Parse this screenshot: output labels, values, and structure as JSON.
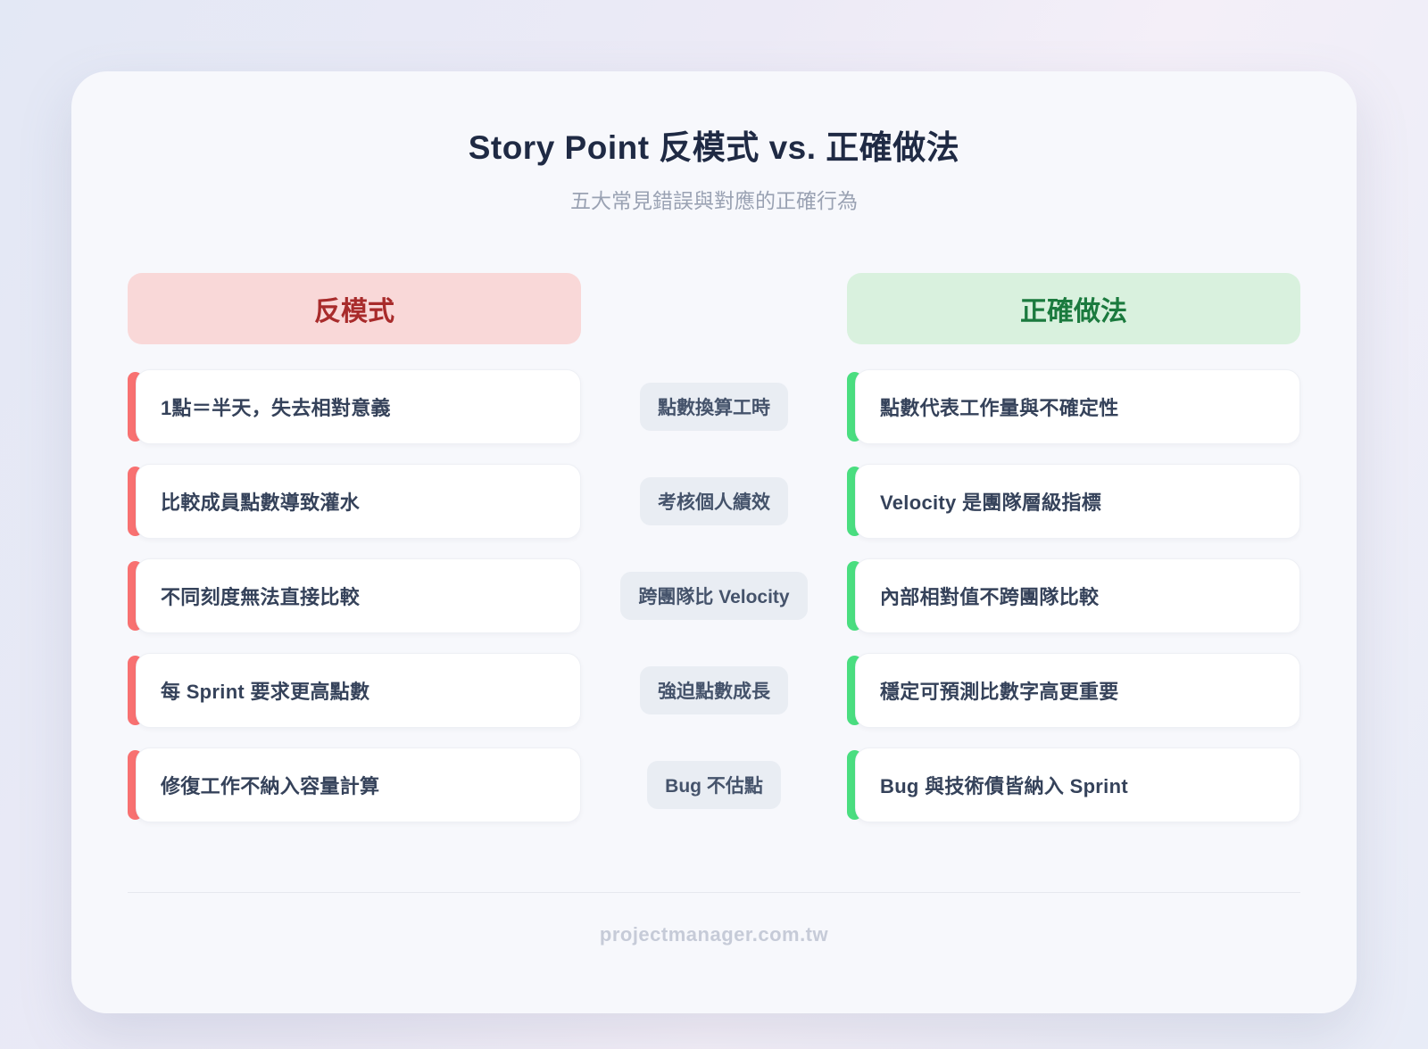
{
  "title": "Story Point 反模式 vs. 正確做法",
  "subtitle": "五大常見錯誤與對應的正確行為",
  "columns": {
    "antipattern": "反模式",
    "correct": "正確做法"
  },
  "rows": [
    {
      "antipattern": "1點＝半天，失去相對意義",
      "topic": "點數換算工時",
      "correct": "點數代表工作量與不確定性"
    },
    {
      "antipattern": "比較成員點數導致灌水",
      "topic": "考核個人績效",
      "correct": "Velocity 是團隊層級指標"
    },
    {
      "antipattern": "不同刻度無法直接比較",
      "topic": "跨團隊比 Velocity",
      "correct": "內部相對值不跨團隊比較"
    },
    {
      "antipattern": "每 Sprint 要求更高點數",
      "topic": "強迫點數成長",
      "correct": "穩定可預測比數字高更重要"
    },
    {
      "antipattern": "修復工作不納入容量計算",
      "topic": "Bug 不估點",
      "correct": "Bug 與技術債皆納入 Sprint"
    }
  ],
  "footer": "projectmanager.com.tw",
  "colors": {
    "accent_red": "#f87171",
    "accent_green": "#4ade80",
    "header_red_bg": "#f9d8d8",
    "header_red_text": "#a82b2b",
    "header_green_bg": "#d9f1de",
    "header_green_text": "#1b7a3e",
    "title_text": "#1f2a44",
    "card_text": "#35425a",
    "pill_bg": "#e9edf3"
  }
}
